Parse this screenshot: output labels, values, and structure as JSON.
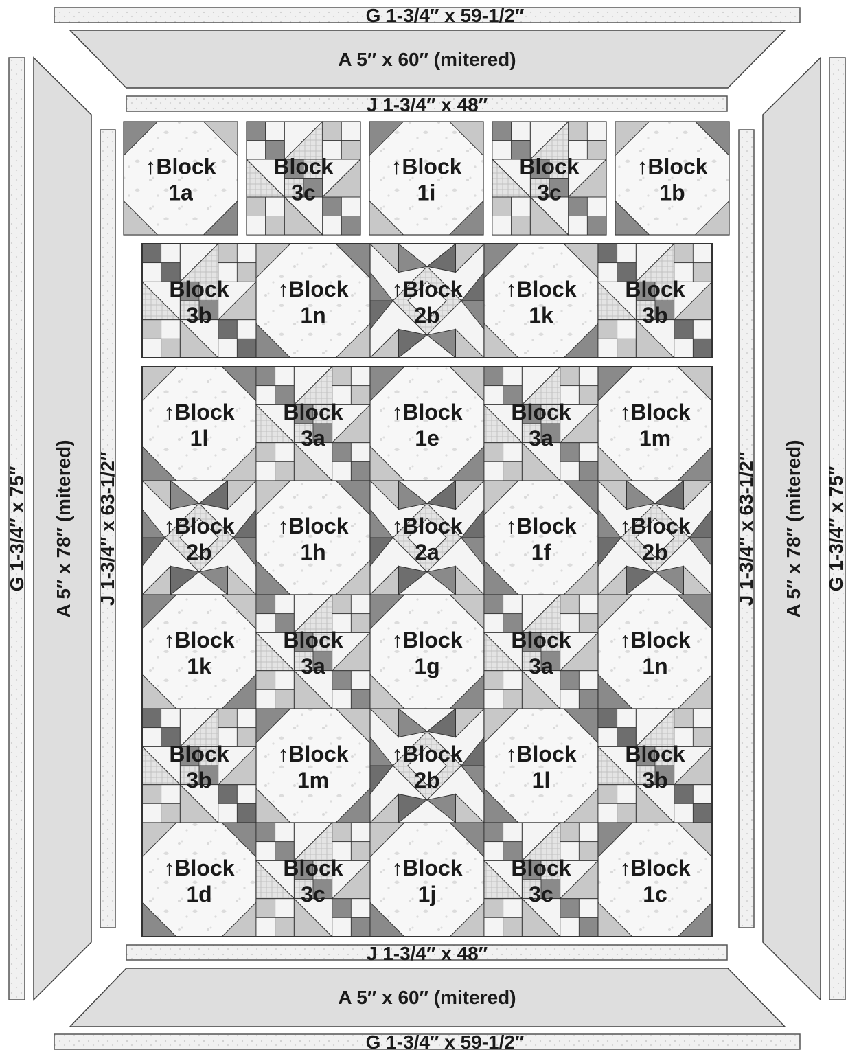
{
  "borders": {
    "top_g": "G   1-3/4″ x 59-1/2″",
    "top_a": "A    5″ x 60″ (mitered)",
    "top_j": "J   1-3/4″ x 48″",
    "bottom_j": "J   1-3/4″ x 48″",
    "bottom_a": "A    5″ x 60″ (mitered)",
    "bottom_g": "G   1-3/4″ x 59-1/2″",
    "left_g": "G   1-3/4″ x 75″",
    "left_a": "A    5″ x 78″ (mitered)",
    "left_j": "J   1-3/4″ x 63-1/2″",
    "right_j": "J   1-3/4″ x 63-1/2″",
    "right_a": "A    5″ x 78″ (mitered)",
    "right_g": "G   1-3/4″ x 75″"
  },
  "block_word": "Block",
  "arrow": "↑",
  "rows": [
    [
      "1a",
      "3c",
      "1i",
      "3c",
      "1b"
    ],
    [
      "3b",
      "1n",
      "2b",
      "1k",
      "3b"
    ],
    [
      "1l",
      "3a",
      "1e",
      "3a",
      "1m"
    ],
    [
      "2b",
      "1h",
      "2a",
      "1f",
      "2b"
    ],
    [
      "1k",
      "3a",
      "1g",
      "3a",
      "1n"
    ],
    [
      "3b",
      "1m",
      "2b",
      "1l",
      "3b"
    ],
    [
      "1d",
      "3c",
      "1j",
      "3c",
      "1c"
    ]
  ],
  "colors": {
    "background": "#1a1a1a",
    "strip_fill": "#eeeeee",
    "border_a_fill": "#dddddd",
    "light": "#f4f4f4",
    "mid": "#c8c8c8",
    "dark": "#8a8a8a",
    "darker": "#6e6e6e",
    "line": "#333333"
  }
}
